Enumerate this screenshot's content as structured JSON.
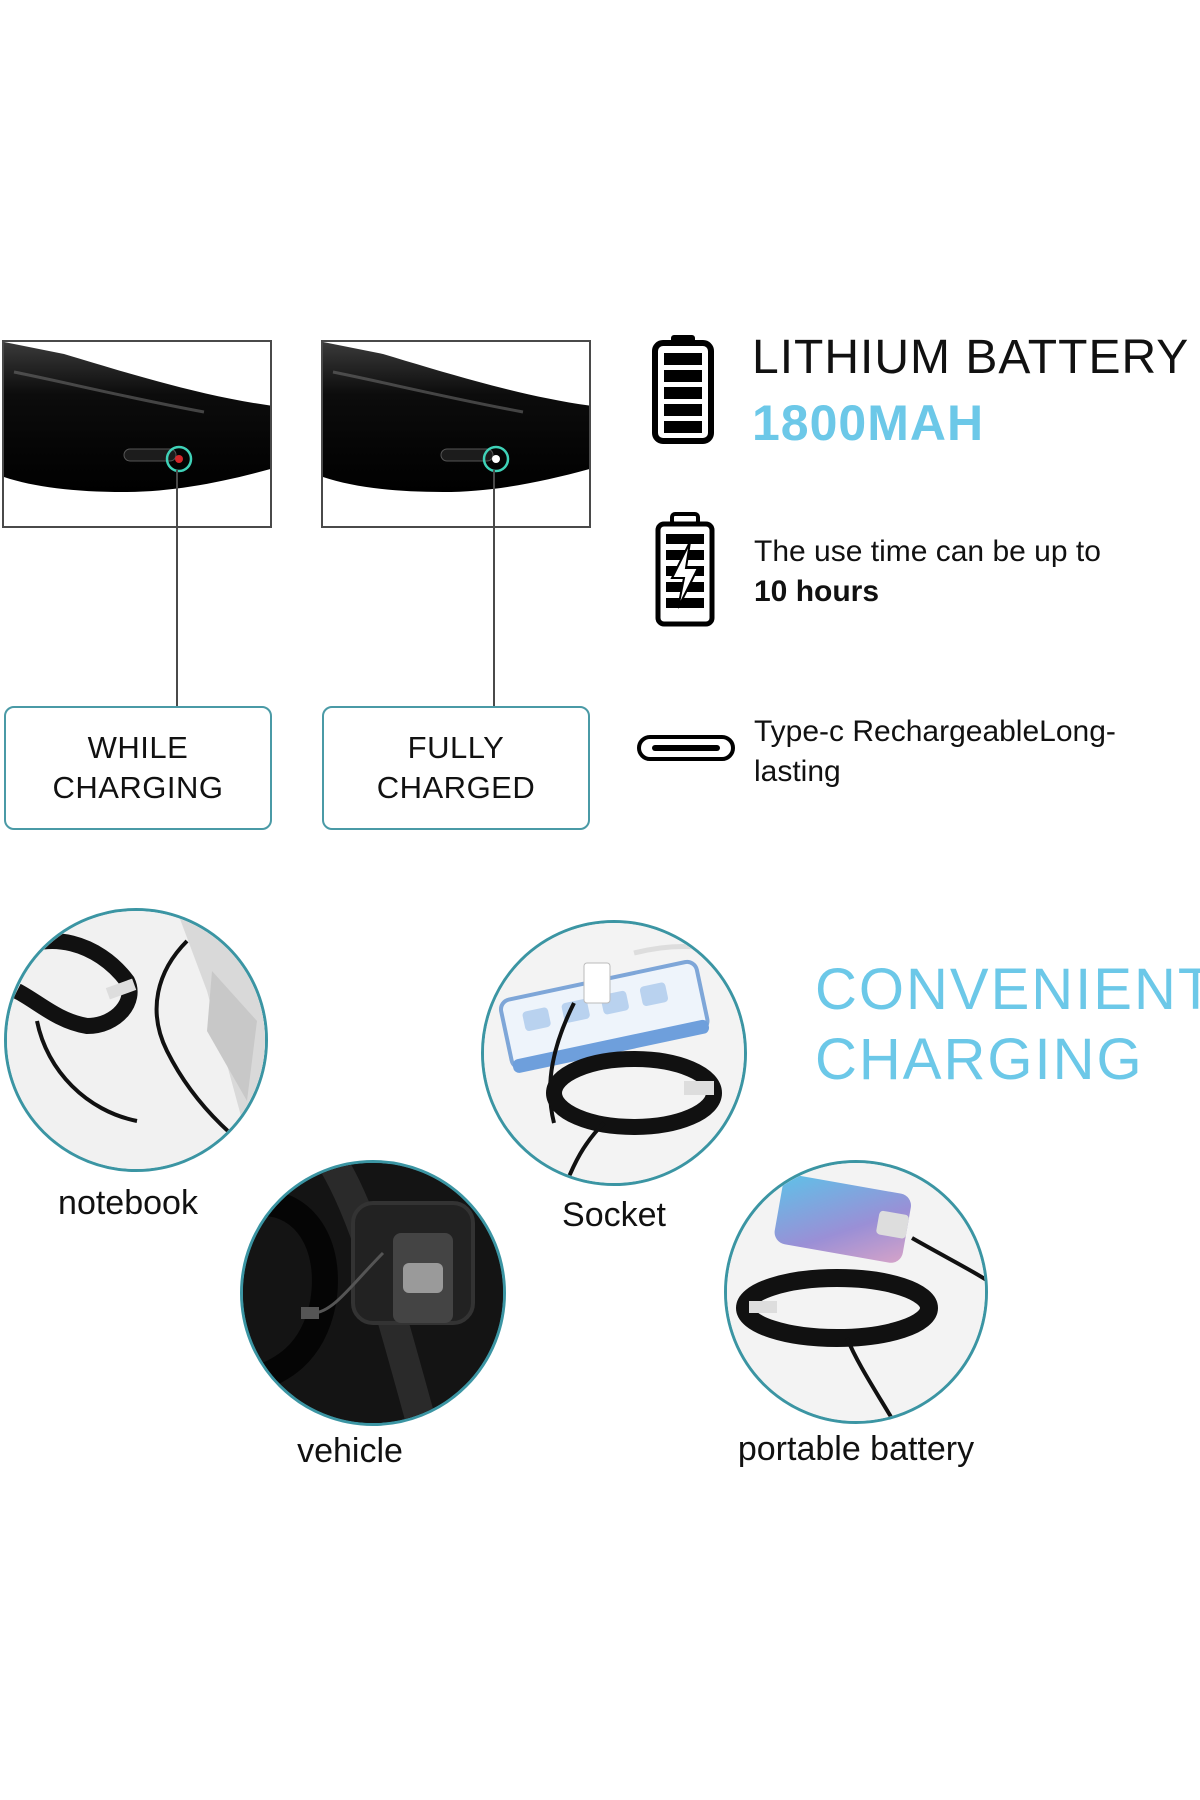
{
  "status_panels": [
    {
      "label_line1": "WHILE",
      "label_line2": "CHARGING",
      "indicator_color": "#d4262a"
    },
    {
      "label_line1": "FULLY",
      "label_line2": "CHARGED",
      "indicator_color": "#ffffff"
    }
  ],
  "features": {
    "battery_title": "LITHIUM BATTERY",
    "battery_capacity": "1800MAH",
    "use_time_text": "The use time can be up to",
    "use_time_value": "10 hours",
    "typec_line1": "Type-c RechargeableLong-",
    "typec_line2": "lasting"
  },
  "charging": {
    "title_line1": "CONVENIENT",
    "title_line2": "CHARGING",
    "sources": [
      "notebook",
      "vehicle",
      "Socket",
      "portable battery"
    ]
  },
  "colors": {
    "accent": "#6cc8e8",
    "teal_border": "#3b95a3",
    "indicator_ring": "#3fd2b8"
  }
}
